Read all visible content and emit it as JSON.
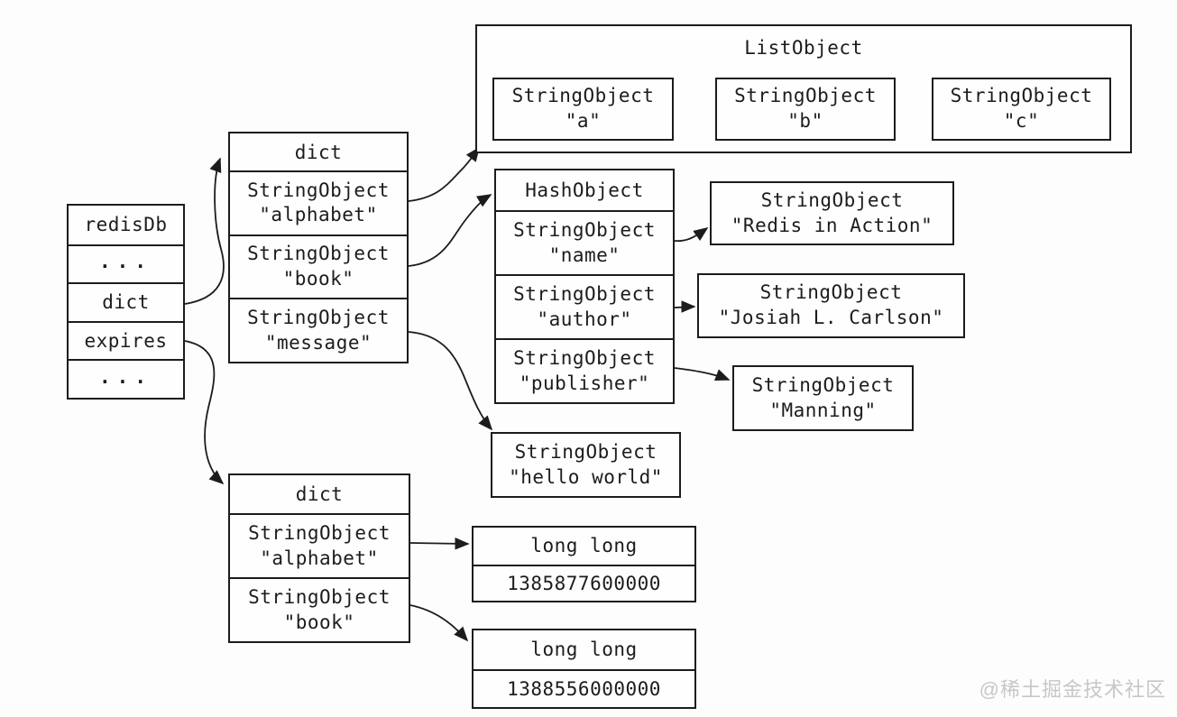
{
  "watermark": {
    "text": "@稀土掘金技术社区"
  },
  "colors": {
    "line": "#1c1c1c",
    "background": "#fdfdfd",
    "box_fill": "#fefefe",
    "watermark": "#c7c7c7"
  },
  "diagram": {
    "redisdb": {
      "rows": [
        "redisDb",
        "...",
        "dict",
        "expires",
        "..."
      ]
    },
    "dict_main": {
      "title": "dict",
      "entries": [
        {
          "type": "StringObject",
          "value": "\"alphabet\""
        },
        {
          "type": "StringObject",
          "value": "\"book\""
        },
        {
          "type": "StringObject",
          "value": "\"message\""
        }
      ]
    },
    "list_object": {
      "title": "ListObject",
      "items": [
        {
          "type": "StringObject",
          "value": "\"a\""
        },
        {
          "type": "StringObject",
          "value": "\"b\""
        },
        {
          "type": "StringObject",
          "value": "\"c\""
        }
      ]
    },
    "hash_object": {
      "title": "HashObject",
      "fields": [
        {
          "type": "StringObject",
          "value": "\"name\""
        },
        {
          "type": "StringObject",
          "value": "\"author\""
        },
        {
          "type": "StringObject",
          "value": "\"publisher\""
        }
      ]
    },
    "value_boxes": {
      "name_value": {
        "type": "StringObject",
        "value": "\"Redis in Action\""
      },
      "author_value": {
        "type": "StringObject",
        "value": "\"Josiah L. Carlson\""
      },
      "publisher_value": {
        "type": "StringObject",
        "value": "\"Manning\""
      },
      "message_value": {
        "type": "StringObject",
        "value": "\"hello world\""
      }
    },
    "dict_expires": {
      "title": "dict",
      "entries": [
        {
          "type": "StringObject",
          "value": "\"alphabet\""
        },
        {
          "type": "StringObject",
          "value": "\"book\""
        }
      ]
    },
    "expire_times": [
      {
        "type": "long long",
        "value": "1385877600000"
      },
      {
        "type": "long long",
        "value": "1388556000000"
      }
    ]
  }
}
